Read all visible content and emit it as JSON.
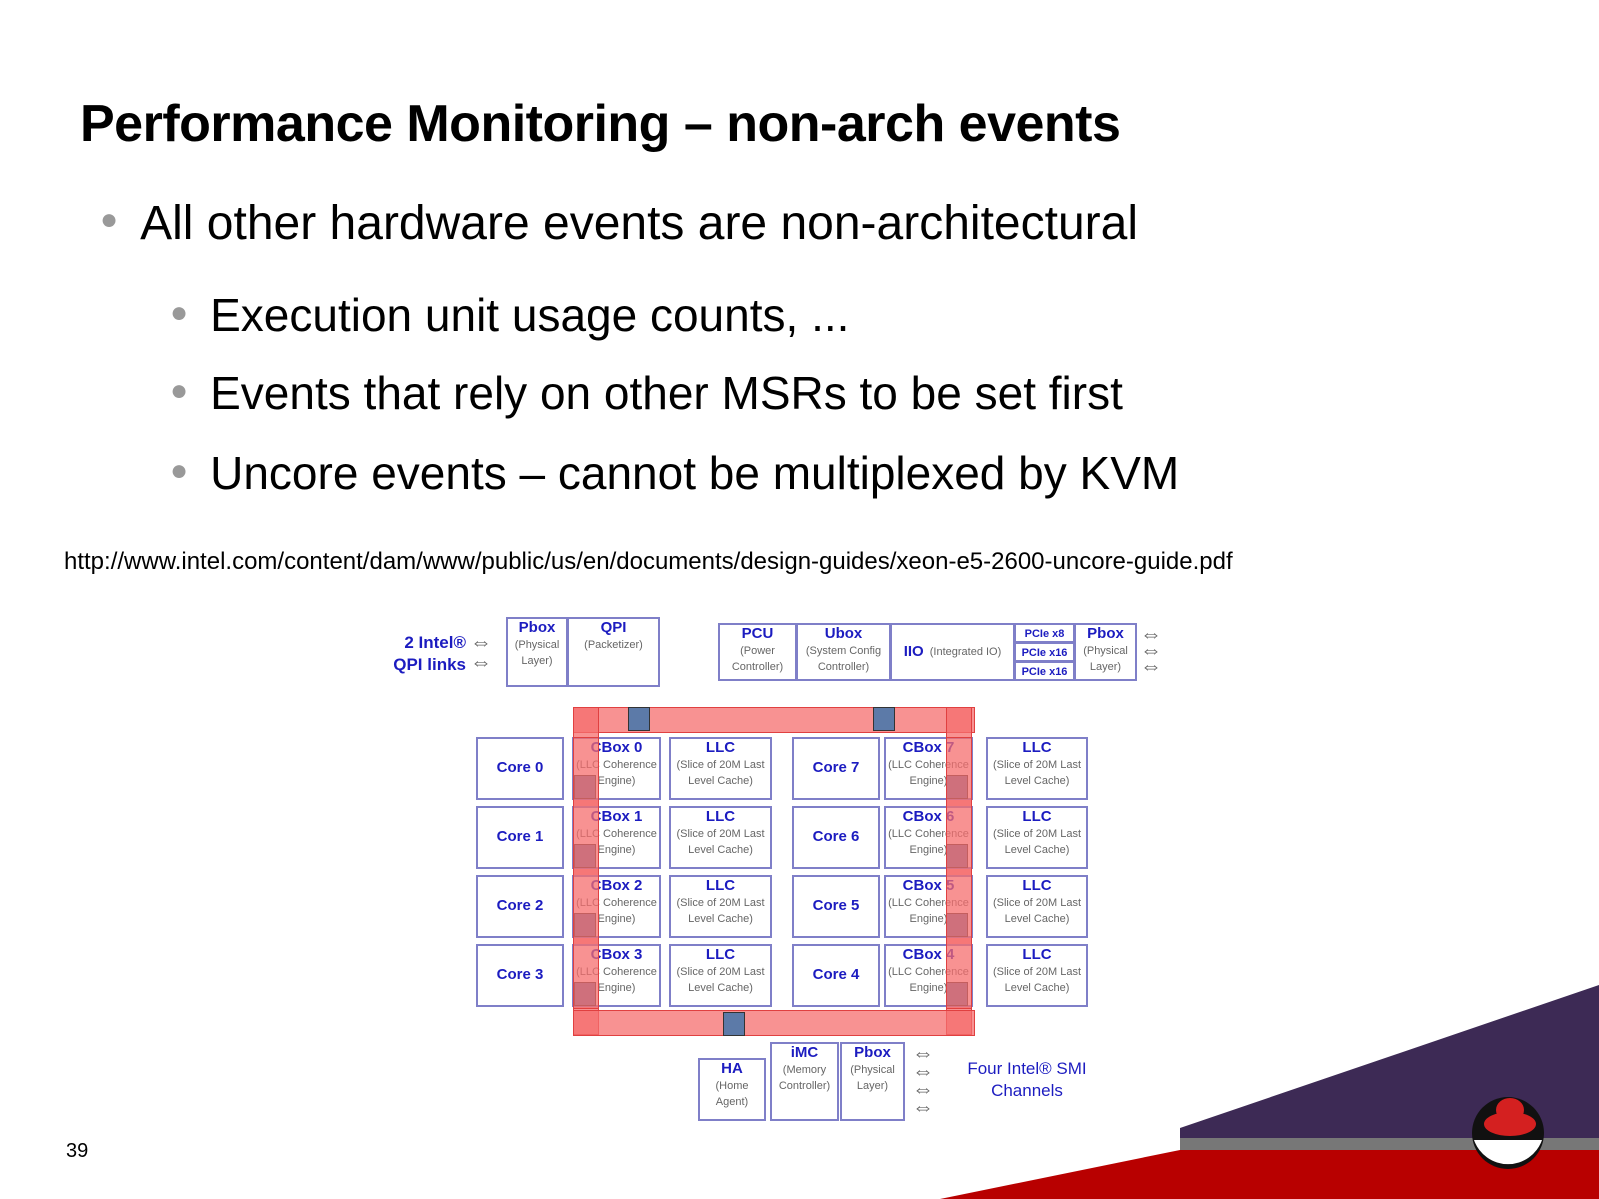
{
  "title": "Performance Monitoring – non-arch events",
  "bullets": [
    {
      "text": "All other hardware events are non-architectural",
      "sub": [
        "Execution unit usage counts, ...",
        "Events that rely on other MSRs to be set first",
        "Uncore events – cannot be multiplexed by KVM"
      ]
    }
  ],
  "url": "http://www.intel.com/content/dam/www/public/us/en/documents/design-guides/xeon-e5-2600-uncore-guide.pdf",
  "page_number": "39",
  "diagram": {
    "qpi_label": [
      "2  Intel®",
      "QPI links"
    ],
    "smi_label": [
      "Four Intel® SMI",
      "Channels"
    ],
    "top_left": [
      {
        "name": "Pbox",
        "desc": [
          "(Physical",
          "Layer)"
        ]
      },
      {
        "name": "QPI",
        "desc": [
          "(Packetizer)"
        ]
      }
    ],
    "top_right": [
      {
        "name": "PCU",
        "desc": [
          "(Power",
          "Controller)"
        ]
      },
      {
        "name": "Ubox",
        "desc": [
          "(System Config",
          "Controller)"
        ]
      },
      {
        "name": "IIO",
        "desc": [
          "(Integrated IO)"
        ]
      },
      {
        "name": "Pbox",
        "desc": [
          "(Physical",
          "Layer)"
        ]
      }
    ],
    "pcie": [
      "PCIe x8",
      "PCIe x16",
      "PCIe x16"
    ],
    "left_cores": [
      "Core 0",
      "Core 1",
      "Core 2",
      "Core 3"
    ],
    "left_cboxes": [
      "CBox 0",
      "CBox 1",
      "CBox 2",
      "CBox 3"
    ],
    "right_cores": [
      "Core 7",
      "Core 6",
      "Core 5",
      "Core 4"
    ],
    "right_cboxes": [
      "CBox 7",
      "CBox 6",
      "CBox 5",
      "CBox 4"
    ],
    "cbox_desc": [
      "(LLC Coherence",
      "Engine)"
    ],
    "llc": {
      "name": "LLC",
      "desc": [
        "(Slice of 20M Last",
        "Level Cache)"
      ]
    },
    "bottom": [
      {
        "name": "HA",
        "desc": [
          "(Home",
          "Agent)"
        ]
      },
      {
        "name": "iMC",
        "desc": [
          "(Memory",
          "Controller)"
        ]
      },
      {
        "name": "Pbox",
        "desc": [
          "(Physical",
          "Layer)"
        ]
      }
    ]
  },
  "colors": {
    "red": "#b80000",
    "purple": "#3d2a55",
    "diagram_blue": "#1c1cc0"
  }
}
